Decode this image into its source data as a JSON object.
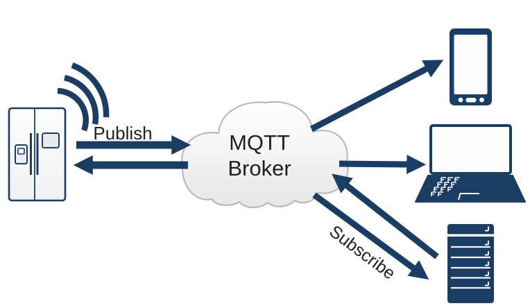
{
  "colors": {
    "navy": "#1c3d63",
    "cloud_fill_top": "#ffffff",
    "cloud_fill_bottom": "#e7e7e9",
    "cloud_border": "#b4b4b6",
    "device_screen": "#fcfcfd",
    "label_text": "#1f1f1f",
    "background": "#ffffff"
  },
  "broker": {
    "line1": "MQTT",
    "line2": "Broker"
  },
  "labels": {
    "publish": "Publish",
    "subscribe": "Subscribe"
  },
  "nodes": [
    {
      "icon": "refrigerator-icon",
      "description": "smart refrigerator with wifi signal"
    },
    {
      "icon": "wifi-signal-icon",
      "description": "three wireless signal arcs"
    },
    {
      "icon": "cloud-icon",
      "description": "MQTT Broker cloud",
      "label": "MQTT Broker"
    },
    {
      "icon": "smartphone-icon",
      "description": "smartphone client"
    },
    {
      "icon": "laptop-icon",
      "description": "laptop client"
    },
    {
      "icon": "server-icon",
      "description": "rack server client"
    }
  ],
  "connections": [
    {
      "from": "refrigerator",
      "to": "broker",
      "label": "Publish",
      "direction": "right"
    },
    {
      "from": "broker",
      "to": "refrigerator",
      "label": "",
      "direction": "left"
    },
    {
      "from": "broker",
      "to": "smartphone",
      "label": "",
      "direction": "up-right"
    },
    {
      "from": "broker",
      "to": "laptop",
      "label": "",
      "direction": "right"
    },
    {
      "from": "server",
      "to": "broker",
      "label": "",
      "direction": "up-left"
    },
    {
      "from": "broker",
      "to": "server",
      "label": "Subscribe",
      "direction": "down-right"
    }
  ]
}
